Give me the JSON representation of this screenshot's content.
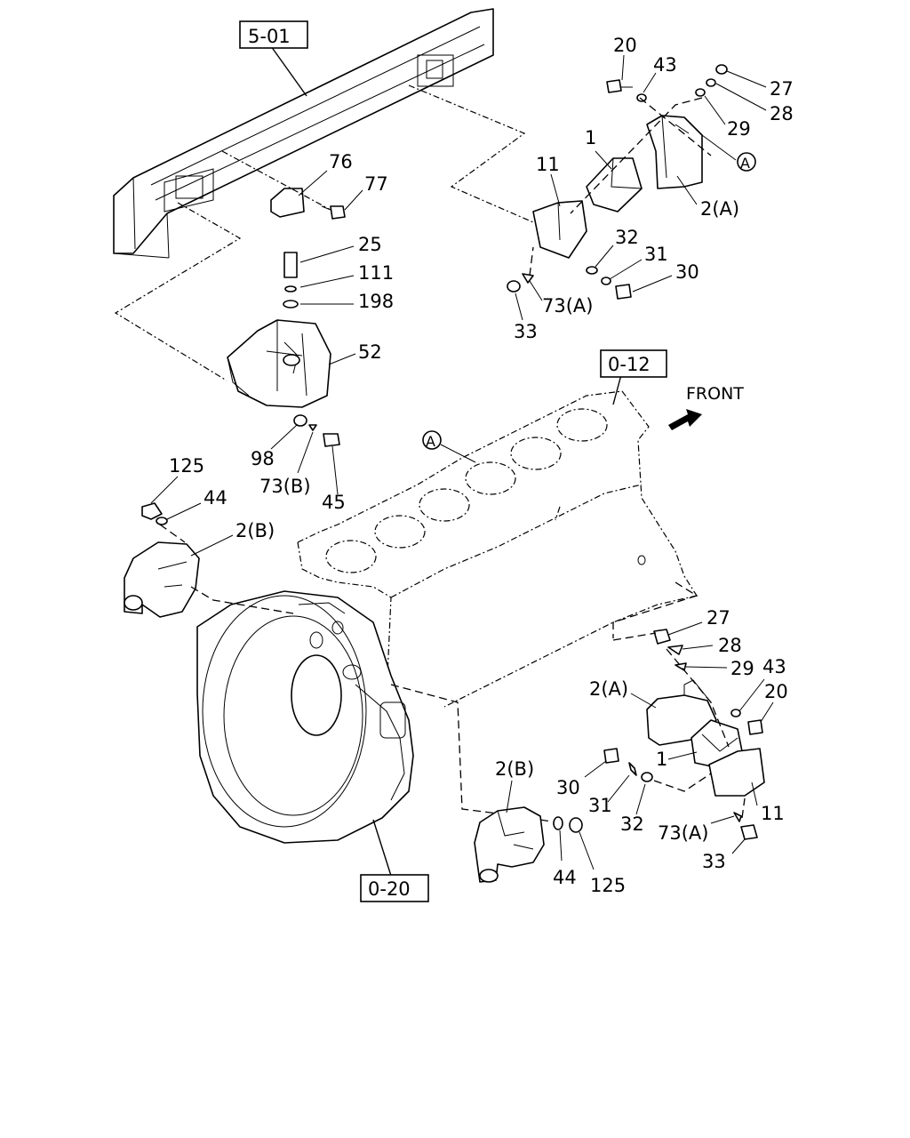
{
  "refs": {
    "frame": "5-01",
    "block": "0-12",
    "housing": "0-20"
  },
  "direction": {
    "label": "FRONT"
  },
  "circle_marker": "A",
  "callouts": {
    "c20a": "20",
    "c43a": "43",
    "c27a": "27",
    "c28a": "28",
    "c29a": "29",
    "c1a": "1",
    "c11a": "11",
    "c2Aa": "2(A)",
    "c32a": "32",
    "c31a": "31",
    "c30a": "30",
    "c73Aa": "73(A)",
    "c33a": "33",
    "c76": "76",
    "c77": "77",
    "c25": "25",
    "c111": "111",
    "c198": "198",
    "c52": "52",
    "c98": "98",
    "c73B": "73(B)",
    "c45": "45",
    "c125a": "125",
    "c44a": "44",
    "c2Ba": "2(B)",
    "c27b": "27",
    "c28b": "28",
    "c29b": "29",
    "c43b": "43",
    "c20b": "20",
    "c2Ab": "2(A)",
    "c1b": "1",
    "c30b": "30",
    "c31b": "31",
    "c32b": "32",
    "c73Ab": "73(A)",
    "c11b": "11",
    "c33b": "33",
    "c2Bb": "2(B)",
    "c44b": "44",
    "c125b": "125"
  }
}
